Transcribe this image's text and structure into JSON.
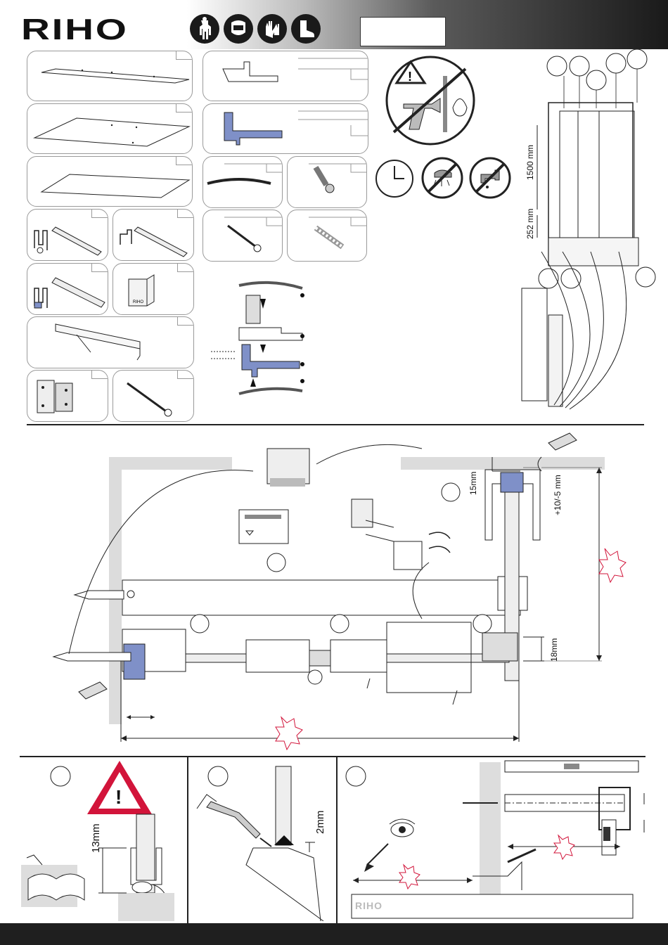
{
  "brand": {
    "logo_text": "RIHO",
    "footer_logo_text": "RIHO"
  },
  "ppe_icons": [
    "overalls-icon",
    "face-shield-icon",
    "gloves-icon",
    "safety-boots-icon"
  ],
  "warning_icons": [
    "drill-fire-warning-icon",
    "clock-icon",
    "no-shower-icon",
    "no-water-tap-icon"
  ],
  "dimensions": {
    "height_1500": "1500 mm",
    "height_252": "252 mm",
    "gap_15": "15mm",
    "adjust": "+10/-5 mm",
    "gap_18": "18mm",
    "gap_13": "13mm",
    "gap_2": "2mm"
  },
  "colors": {
    "accent_red": "#d2143a",
    "profile_blue": "#7f90c8",
    "dark": "#1f1f1f"
  }
}
